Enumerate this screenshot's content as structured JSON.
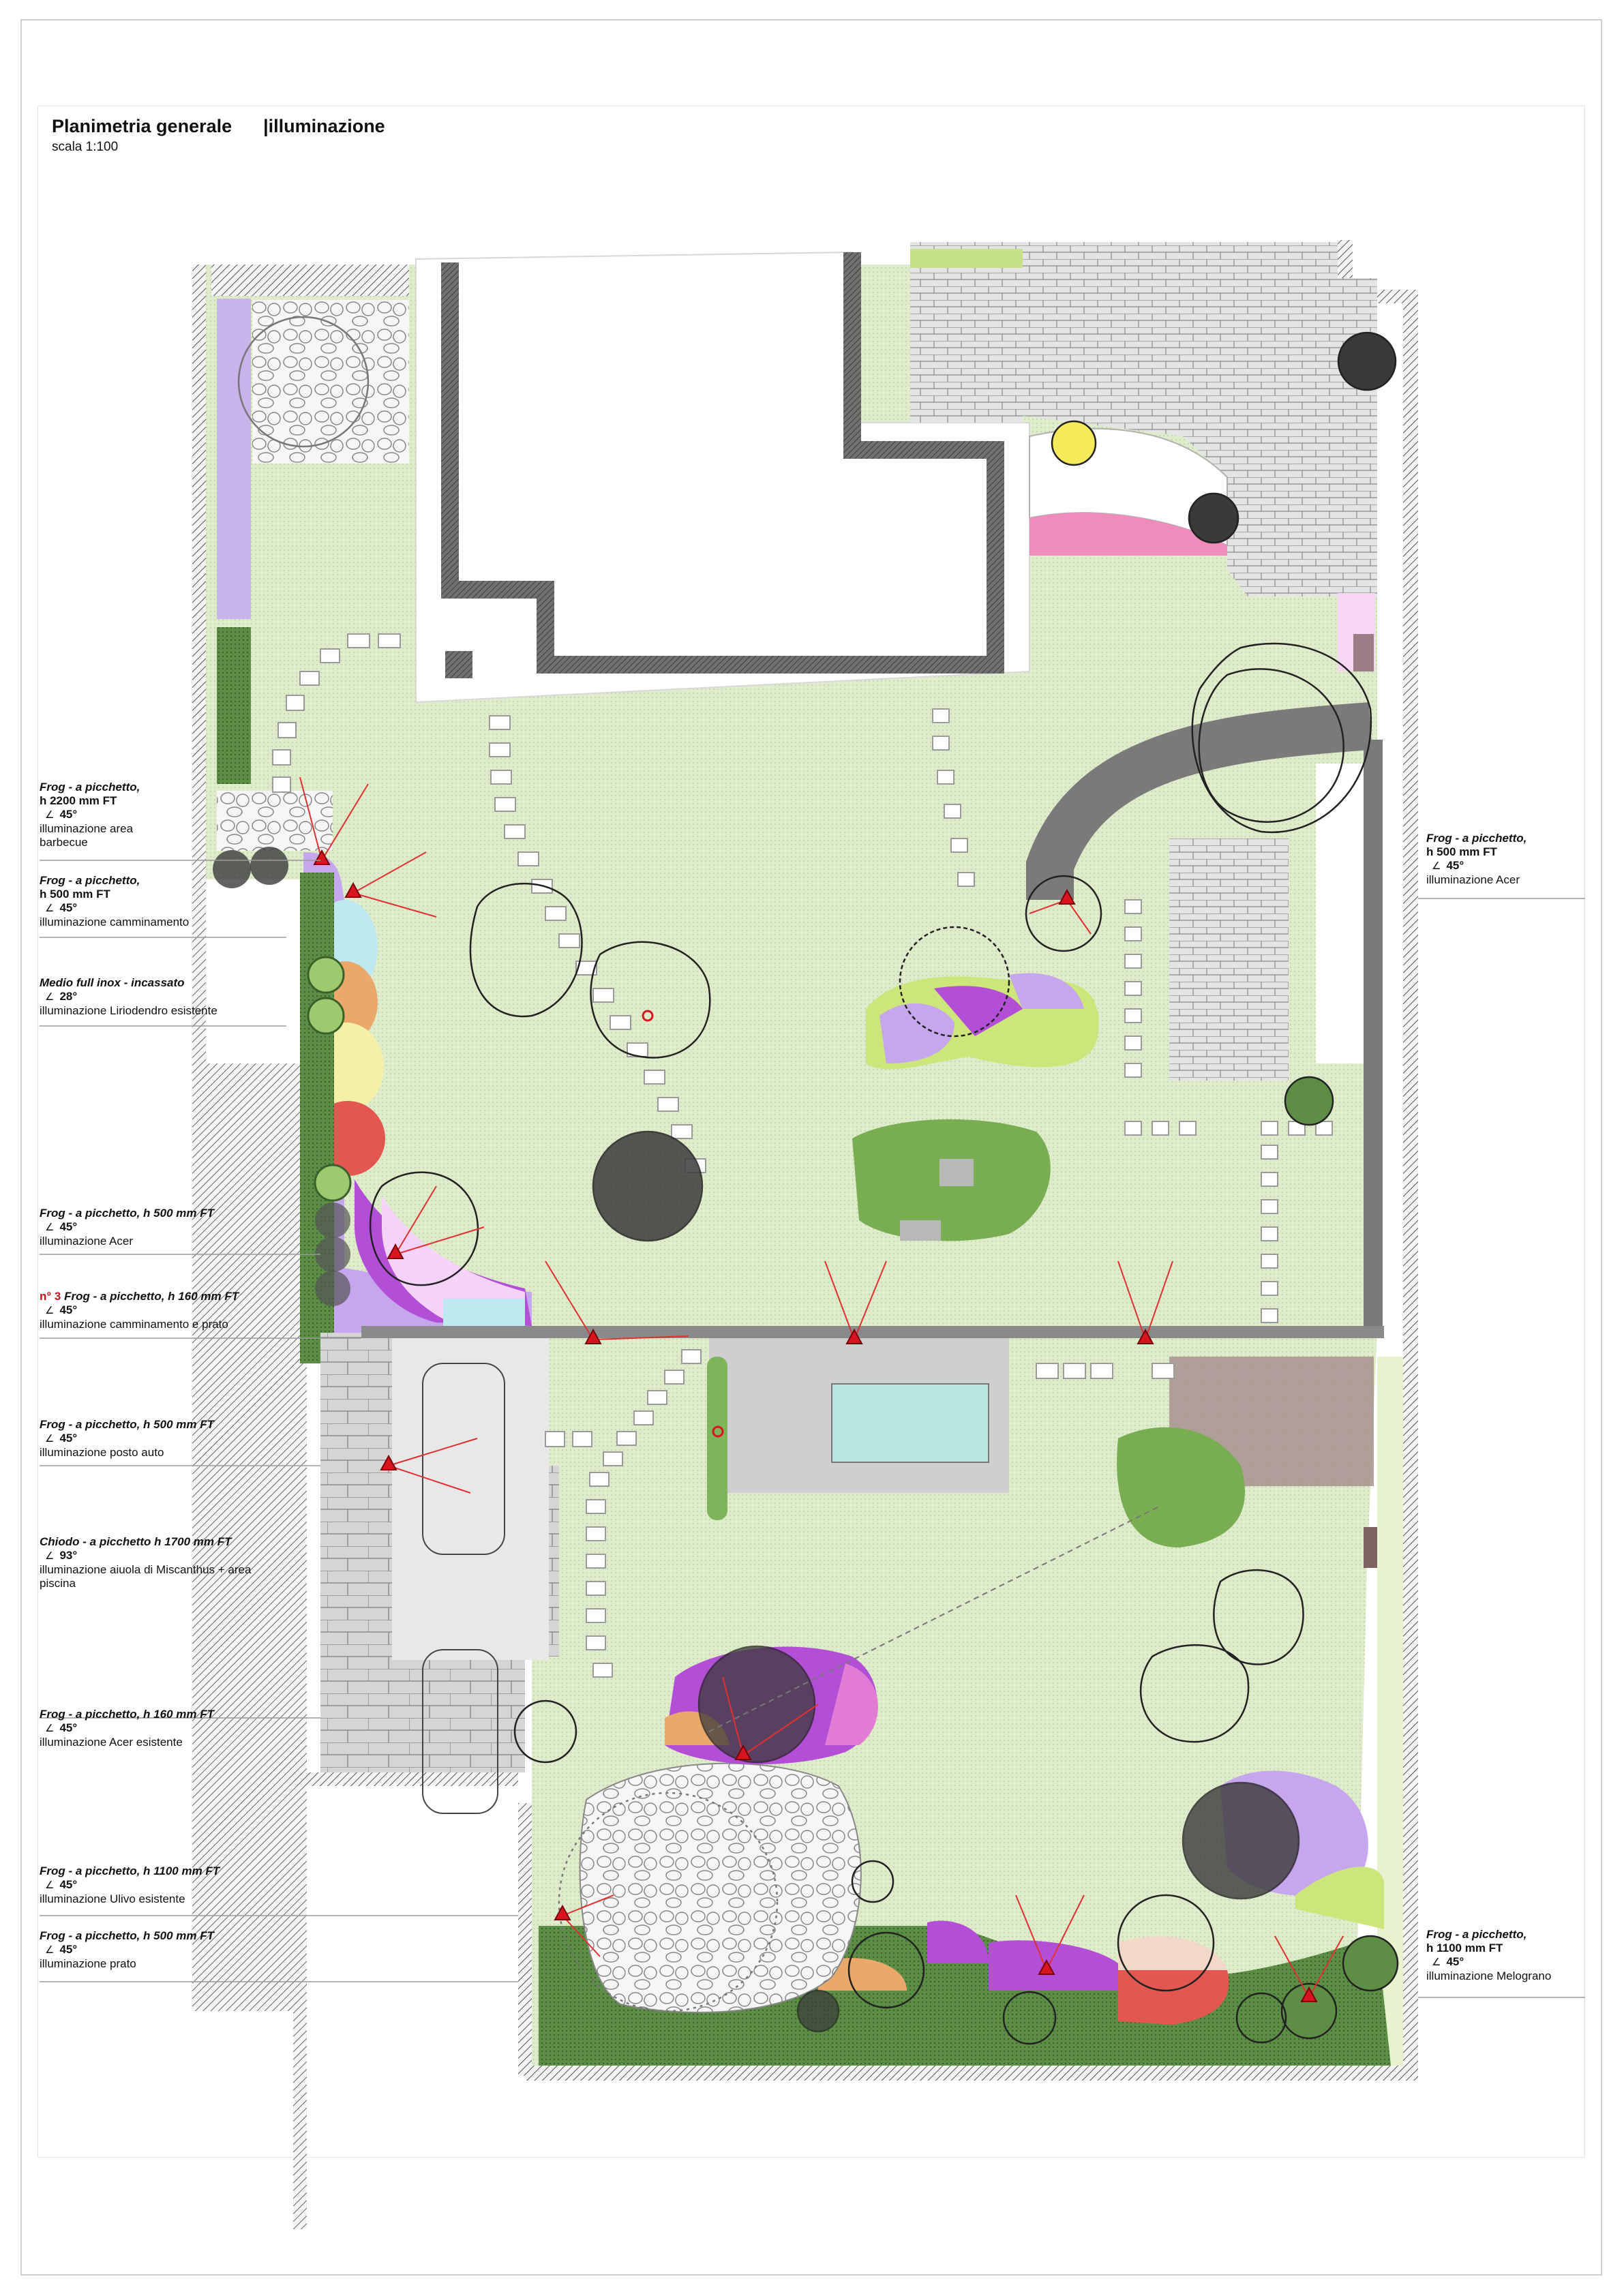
{
  "title": {
    "main": "Planimetria generale",
    "section": "|illuminazione",
    "scale": "scala 1:100"
  },
  "angle_symbol": "∠",
  "labels_left": [
    {
      "line1": "Frog - a picchetto,",
      "line2": "h 2200 mm FT",
      "angle": "45°",
      "line3": "illuminazione area",
      "line4": "barbecue"
    },
    {
      "line1": "Frog - a picchetto,",
      "line2": "h 500 mm FT",
      "angle": "45°",
      "line3": "illuminazione camminamento",
      "line4": ""
    },
    {
      "line1": "Medio full inox - incassato",
      "line2": "",
      "angle": "28°",
      "line3": "illuminazione Liriodendro esistente",
      "line4": ""
    },
    {
      "line1": "Frog - a picchetto, h 500 mm FT",
      "line2": "",
      "angle": "45°",
      "line3": "illuminazione Acer",
      "line4": ""
    },
    {
      "prefix": "n° 3",
      "line1": "Frog - a picchetto, h 160 mm FT",
      "line2": "",
      "angle": "45°",
      "line3": "illuminazione camminamento e prato",
      "line4": ""
    },
    {
      "line1": "Frog - a picchetto, h 500 mm FT",
      "line2": "",
      "angle": "45°",
      "line3": "illuminazione posto auto",
      "line4": ""
    },
    {
      "line1": "Chiodo - a picchetto h 1700 mm FT",
      "line2": "",
      "angle": "93°",
      "line3": "illuminazione aiuola di Miscanthus + area",
      "line4": "piscina"
    },
    {
      "line1": "Frog - a picchetto, h 160 mm FT",
      "line2": "",
      "angle": "45°",
      "line3": "illuminazione Acer esistente",
      "line4": ""
    },
    {
      "line1": "Frog - a picchetto, h 1100 mm FT",
      "line2": "",
      "angle": "45°",
      "line3": "illuminazione Ulivo esistente",
      "line4": ""
    },
    {
      "line1": "Frog - a picchetto, h 500 mm FT",
      "line2": "",
      "angle": "45°",
      "line3": "illuminazione prato",
      "line4": ""
    }
  ],
  "labels_right": [
    {
      "line1": "Frog - a picchetto,",
      "line2": "h 500 mm FT",
      "angle": "45°",
      "line3": "illuminazione Acer"
    },
    {
      "line1": "Frog - a picchetto,",
      "line2": "h 1100 mm FT",
      "angle": "45°",
      "line3": "illuminazione Melograno"
    }
  ],
  "colors": {
    "lawn": "#dfeccc",
    "lawn_dark": "#78ad52",
    "hedge": "#4e7a3c",
    "wall": "#6e6e6e",
    "paving": "#d2d2d2",
    "pool": "#b9e6e3",
    "lilac": "#b99ee2",
    "purple": "#b34fd6",
    "pink": "#ef8cbc",
    "orange": "#eba86b",
    "red": "#e2574f",
    "yellow_green": "#cde67b",
    "cyan": "#bfe9f0",
    "light_marker": "#d8141e",
    "light_beam": "#e03030"
  }
}
